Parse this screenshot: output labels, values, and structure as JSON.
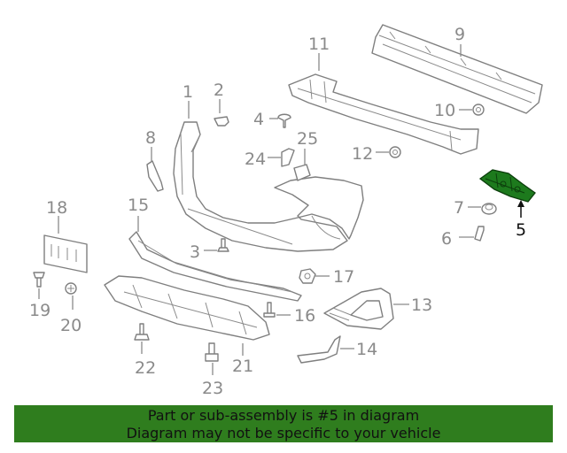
{
  "callouts": {
    "c1": "1",
    "c2": "2",
    "c3": "3",
    "c4": "4",
    "c5": "5",
    "c6": "6",
    "c7": "7",
    "c8": "8",
    "c9": "9",
    "c10": "10",
    "c11": "11",
    "c12": "12",
    "c13": "13",
    "c14": "14",
    "c15": "15",
    "c16": "16",
    "c17": "17",
    "c18": "18",
    "c19": "19",
    "c20": "20",
    "c21": "21",
    "c22": "22",
    "c23": "23",
    "c24": "24",
    "c25": "25"
  },
  "highlight": {
    "callout": "5",
    "color": "#1d7a1d"
  },
  "banner": {
    "line1": "Part or sub-assembly is #5 in diagram",
    "line2": "Diagram may not be specific to your vehicle",
    "background": "#2f7d1e"
  }
}
